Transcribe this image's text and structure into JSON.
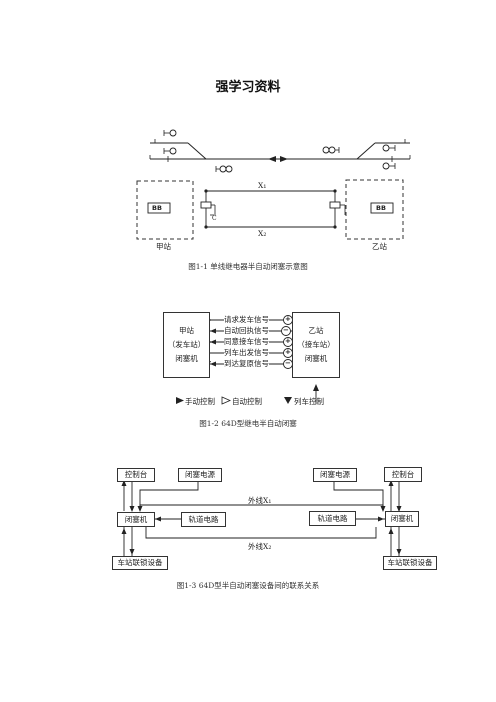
{
  "page_title": "强学习资料",
  "fig1": {
    "caption": "图1-1   单线继电器半自动闭塞示意图",
    "x1": "X₁",
    "x2": "X₂",
    "station_a": "甲站",
    "station_b": "乙站",
    "bb_label": "BB",
    "c_label": "C"
  },
  "fig2": {
    "caption": "图1-2   64D型继电半自动闭塞",
    "left_box": {
      "line1": "甲站",
      "line2": "（发车站）",
      "line3": "闭塞机"
    },
    "right_box": {
      "line1": "乙站",
      "line2": "（接车站）",
      "line3": "闭塞机"
    },
    "signals": [
      {
        "label": "请求发车信号",
        "polarity": "+"
      },
      {
        "label": "自动回执信号",
        "polarity": "−"
      },
      {
        "label": "同意接车信号",
        "polarity": "+"
      },
      {
        "label": "列车出发信号",
        "polarity": "+"
      },
      {
        "label": "到达复原信号",
        "polarity": "−"
      }
    ],
    "legend": {
      "manual": "手动控制",
      "auto": "自动控制",
      "train": "列车控制"
    }
  },
  "fig3": {
    "caption": "图1-3   64D型半自动闭塞设备间的联系关系",
    "left": {
      "console": "控制台",
      "power": "闭塞电源",
      "block": "闭塞机",
      "track": "轨道电路",
      "interlock": "车站联锁设备"
    },
    "right": {
      "console": "控制台",
      "power": "闭塞电源",
      "block": "闭塞机",
      "track": "轨道电路",
      "interlock": "车站联锁设备"
    },
    "x1": "外线X₁",
    "x2": "外线X₂"
  }
}
